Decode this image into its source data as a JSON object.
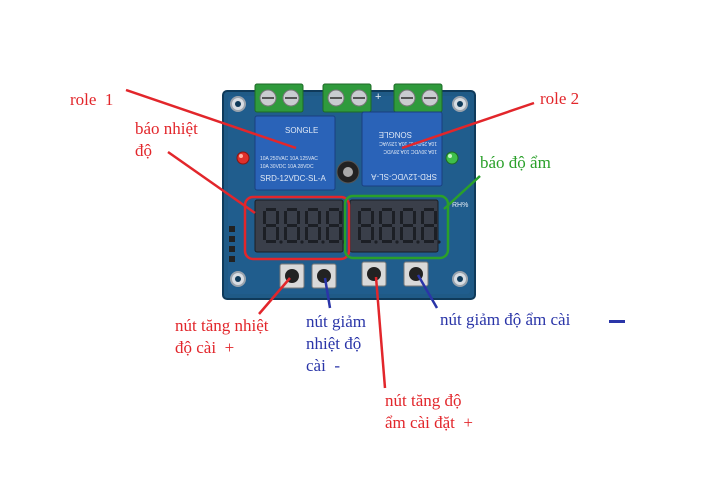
{
  "board": {
    "relay1_text": [
      "SONGLE",
      "10A 250VAC 10A 125VAC",
      "10A 30VDC 10A 28VDC",
      "SRD-12VDC-SL-A"
    ],
    "relay2_text": [
      "SONGLE",
      "10A 250VAC 10A 125VAC",
      "10A 30VDC 10A 28VDC",
      "SRD-12VDC-SL-A"
    ],
    "silk_plus": "+",
    "silk_rh": "RH%"
  },
  "labels": {
    "role1": "role  1",
    "role2": "role 2",
    "bao_nhiet_do": "báo nhiệt\nđộ",
    "bao_do_am": "báo độ ẩm",
    "nut_tang_nhiet": "nút tăng nhiệt\nđộ cài  +",
    "nut_giam_nhiet": "nút giảm\nnhiệt độ\ncài  -",
    "nut_tang_am": "nút tăng độ\nẩm cài đặt  +",
    "nut_giam_am": "nút giảm độ ẩm cài"
  },
  "colors": {
    "pcb": "#1f5a86",
    "red": "#e2262b",
    "green": "#2aa02a",
    "blue": "#2a35a8",
    "terminal": "#2f9a3c",
    "relay": "#2a63b8",
    "display_off": "#3a3f4a"
  }
}
